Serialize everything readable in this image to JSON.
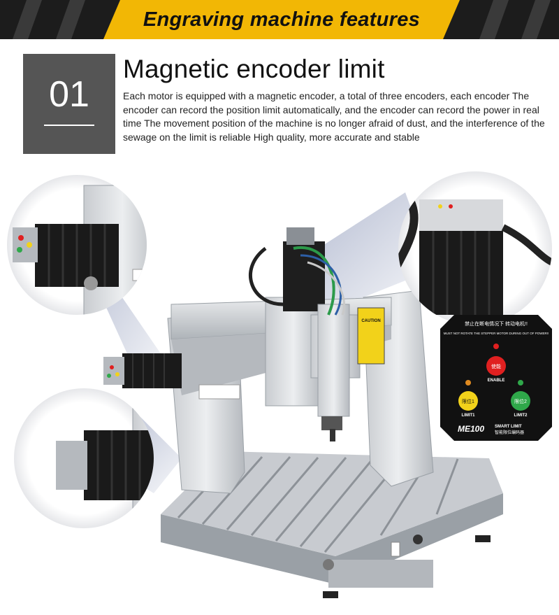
{
  "banner": {
    "title": "Engraving machine features"
  },
  "feature": {
    "number": "01",
    "title": "Magnetic encoder limit",
    "description": "Each motor is equipped with a magnetic encoder, a total of three encoders, each encoder The encoder can record the position limit automatically, and the encoder can record the power in real time The movement position of the machine is no longer afraid of dust, and the interference of the sewage on the limit is reliable High quality, more accurate and stable"
  },
  "caution_label": "CAUTION",
  "controller": {
    "chinese_header": "禁止在断电情况下 转动电机!!",
    "warning": "MUST NOT ROTATE THE STEPPER MOTOR DURING OUT OF POWER!!",
    "enable_chinese": "使能",
    "enable_label": "ENABLE",
    "limit1_chinese": "限位1",
    "limit1_label": "LIMIT1",
    "limit2_chinese": "限位2",
    "limit2_label": "LIMIT2",
    "model": "ME100",
    "product_en": "SMART LIMIT",
    "product_cn": "智能限位编码器"
  },
  "colors": {
    "banner_yellow": "#f2b705",
    "banner_dark": "#1c1c1c",
    "number_box": "#555555",
    "enable_red": "#e02020",
    "limit_yellow": "#f2d21a",
    "limit_green": "#2fa84a"
  }
}
